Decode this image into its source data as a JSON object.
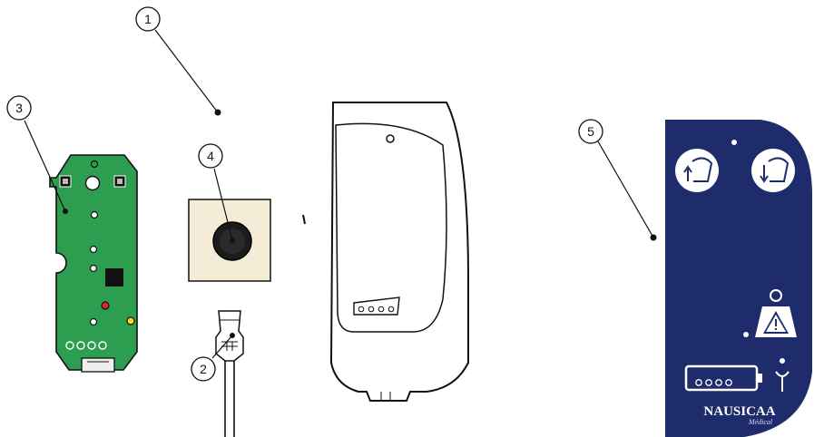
{
  "callouts": [
    {
      "id": "1",
      "label": "1"
    },
    {
      "id": "2",
      "label": "2"
    },
    {
      "id": "3",
      "label": "3"
    },
    {
      "id": "4",
      "label": "4"
    },
    {
      "id": "5",
      "label": "5"
    }
  ],
  "panel": {
    "brand": "NAUSICAA",
    "subbrand": "Médical"
  },
  "colors": {
    "pcb_green": "#2d9e4f",
    "panel_navy": "#1f2c6b",
    "outline": "#111111",
    "cream_pad": "#f5ecd8"
  }
}
